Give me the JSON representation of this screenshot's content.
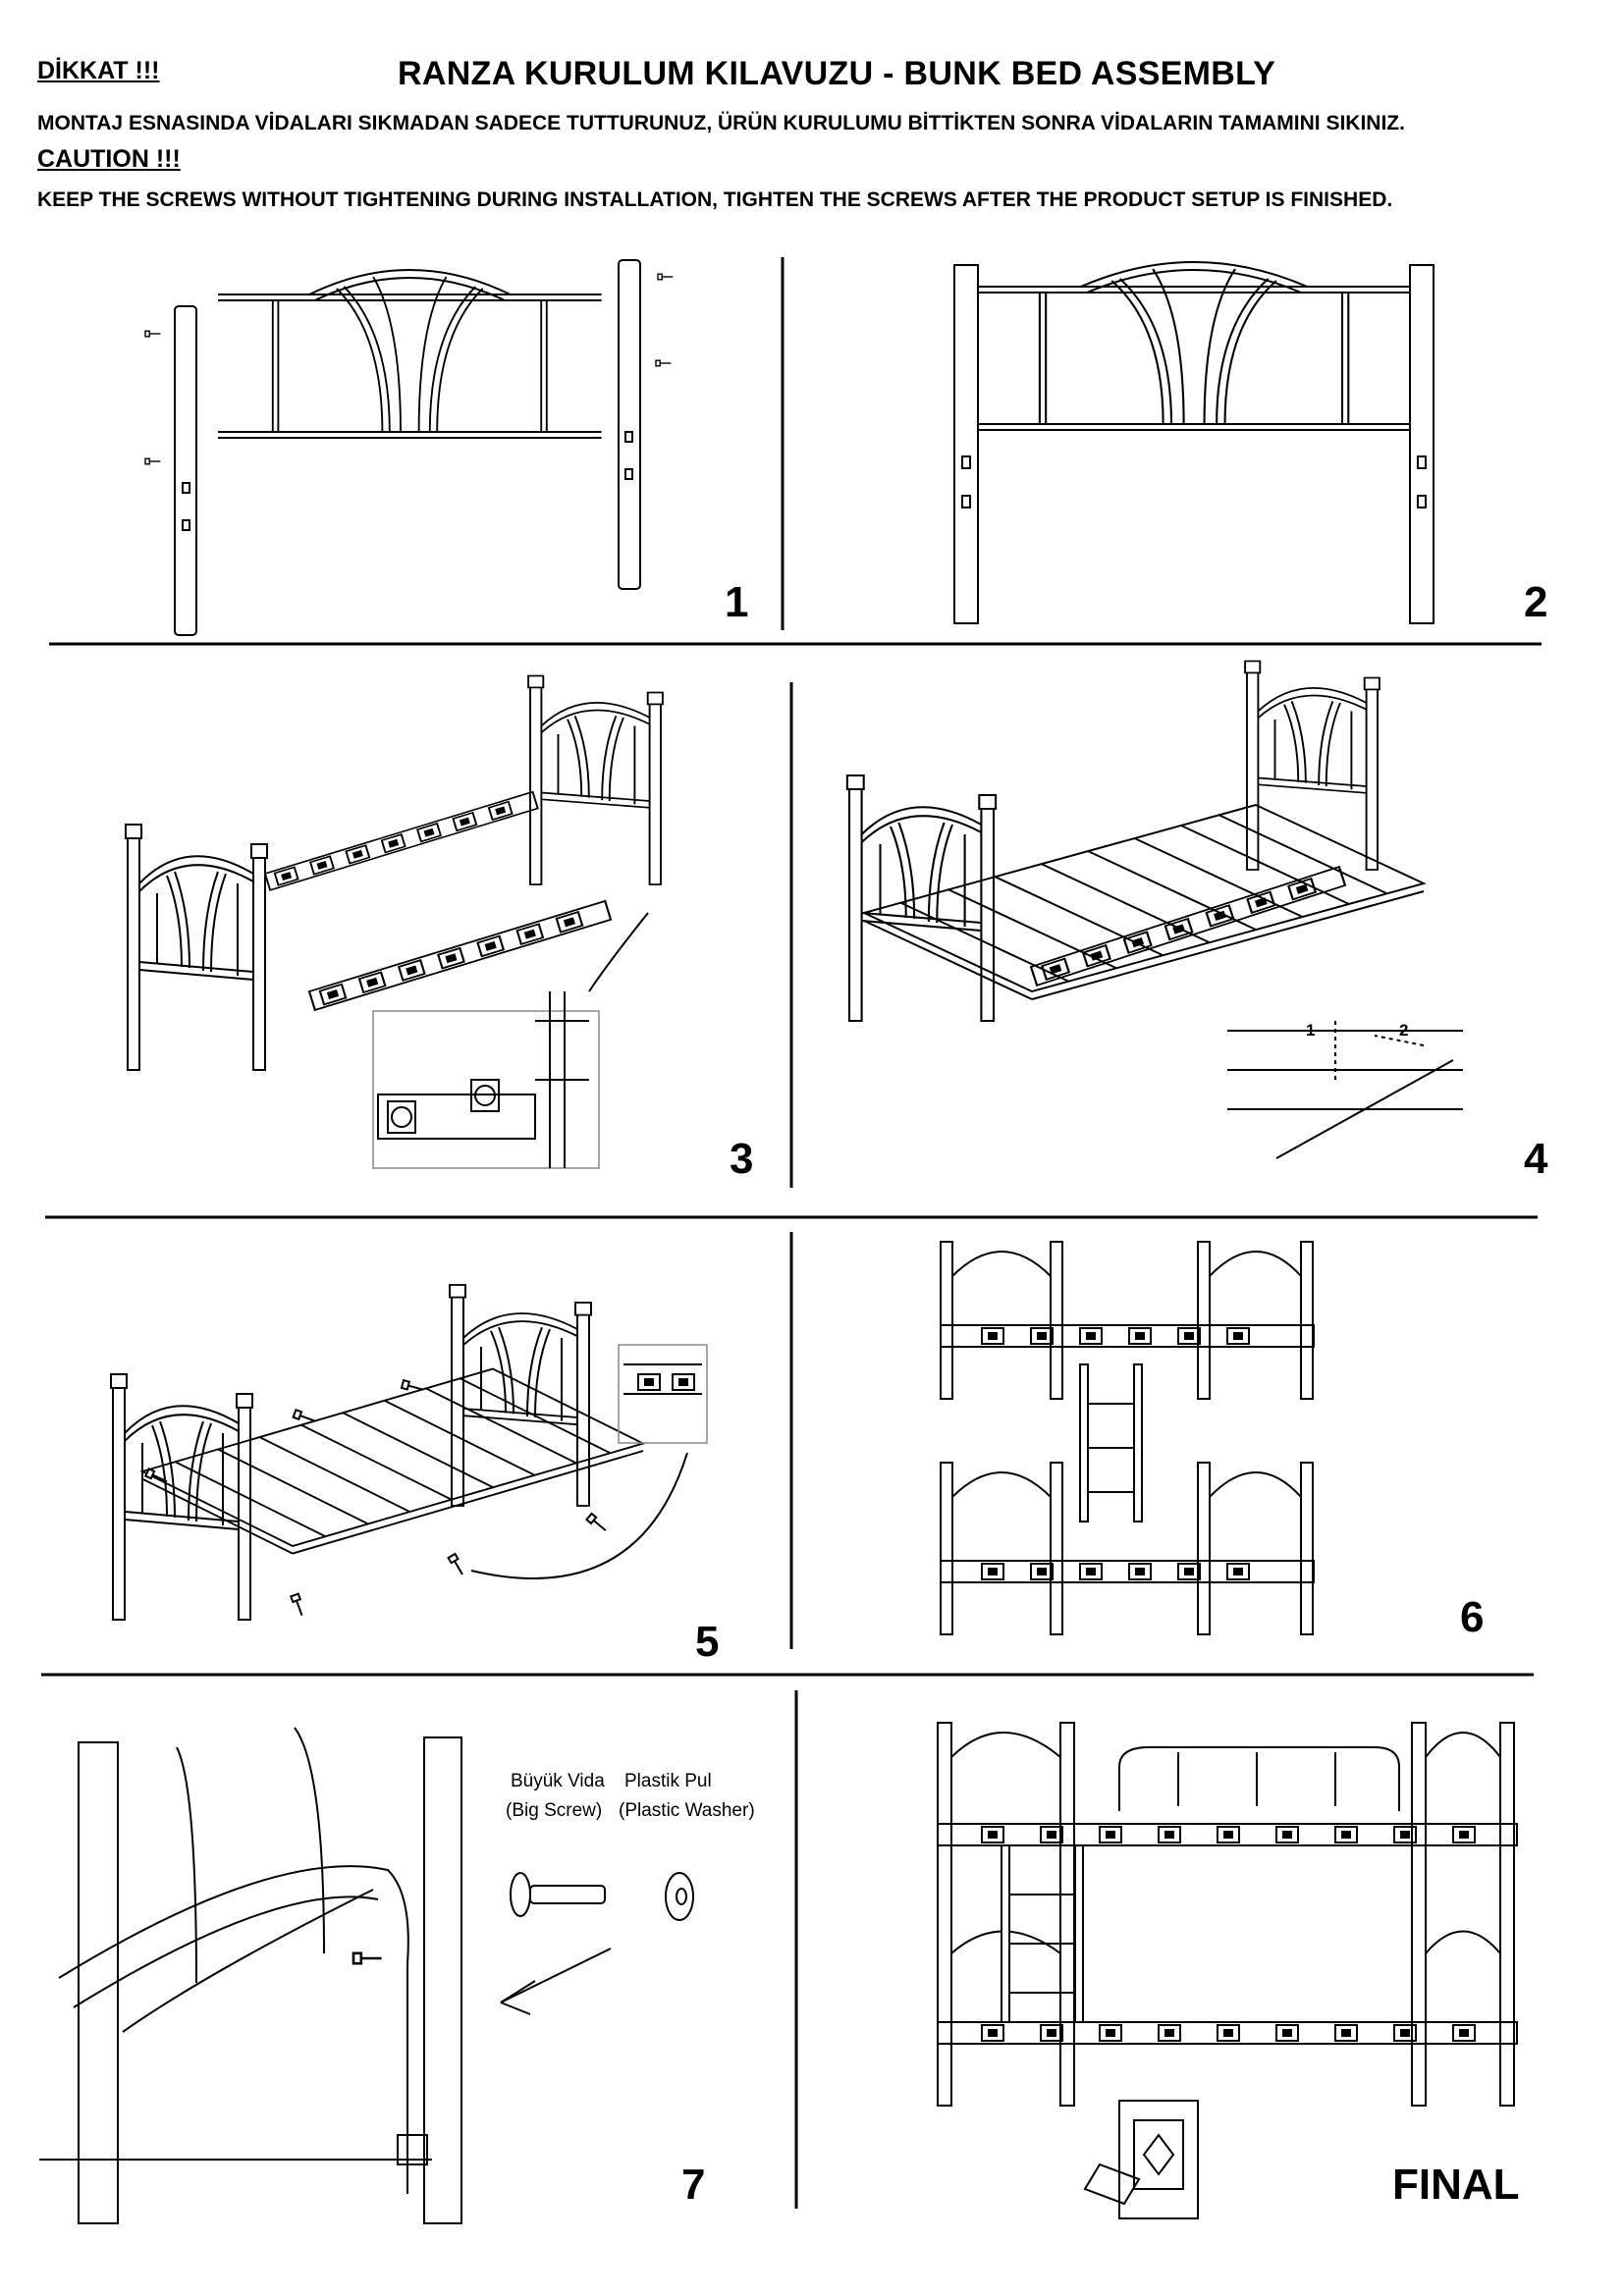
{
  "header": {
    "warning_tr": "DİKKAT !!!",
    "title": "RANZA KURULUM KILAVUZU - BUNK BED ASSEMBLY",
    "instruction_tr": "MONTAJ ESNASINDA VİDALARI SIKMADAN SADECE TUTTURUNUZ, ÜRÜN KURULUMU BİTTİKTEN SONRA VİDALARIN TAMAMINI SIKINIZ.",
    "warning_en": "CAUTION !!!",
    "instruction_en": "KEEP THE SCREWS WITHOUT TIGHTENING DURING INSTALLATION, TIGHTEN THE SCREWS AFTER THE PRODUCT SETUP IS FINISHED."
  },
  "steps": [
    {
      "label": "1"
    },
    {
      "label": "2"
    },
    {
      "label": "3"
    },
    {
      "label": "4"
    },
    {
      "label": "5"
    },
    {
      "label": "6"
    },
    {
      "label": "7"
    },
    {
      "label": "FINAL"
    }
  ],
  "step4_arrows": [
    "1",
    "2"
  ],
  "parts": {
    "big_screw_tr": "Büyük Vida",
    "big_screw_en": "(Big Screw)",
    "plastic_washer_tr": "Plastik Pul",
    "plastic_washer_en": "(Plastic Washer)"
  }
}
